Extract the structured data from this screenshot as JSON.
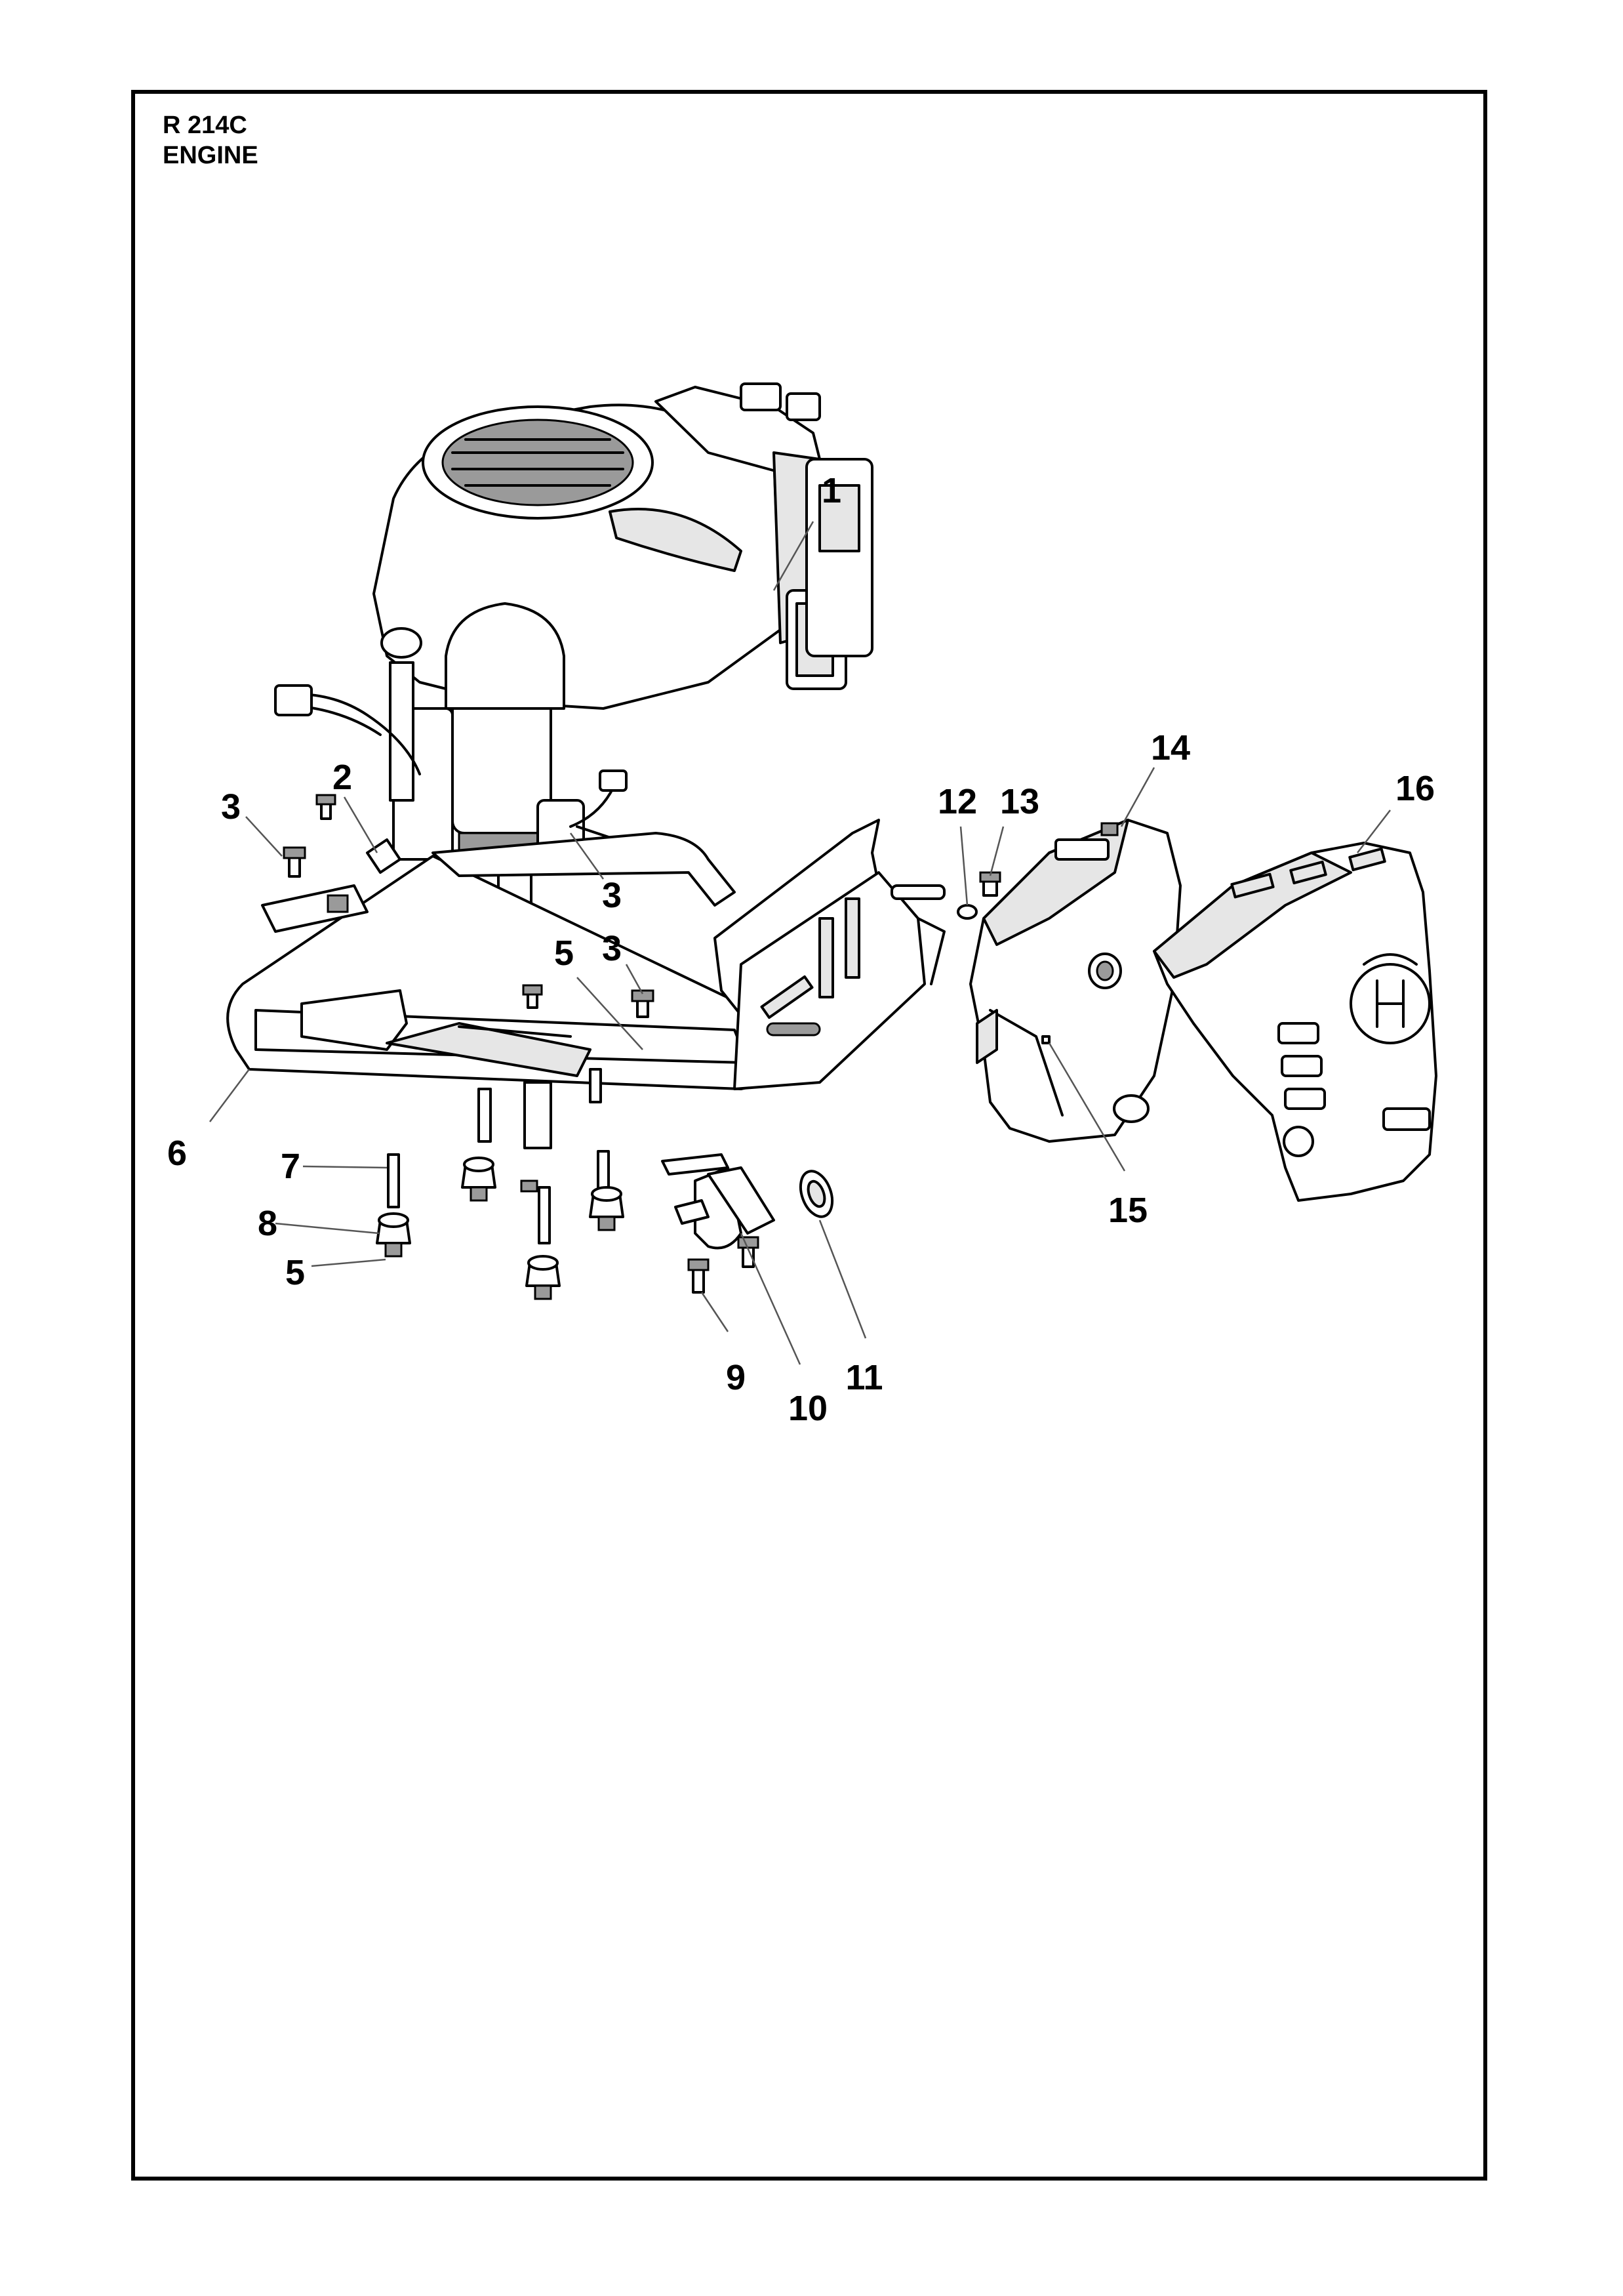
{
  "header": {
    "model": "R 214C",
    "section": "ENGINE"
  },
  "callouts": [
    {
      "id": "c1",
      "label": "1"
    },
    {
      "id": "c2",
      "label": "2"
    },
    {
      "id": "c3a",
      "label": "3"
    },
    {
      "id": "c3b",
      "label": "3"
    },
    {
      "id": "c3c",
      "label": "3"
    },
    {
      "id": "c5a",
      "label": "5"
    },
    {
      "id": "c6",
      "label": "6"
    },
    {
      "id": "c7",
      "label": "7"
    },
    {
      "id": "c8",
      "label": "8"
    },
    {
      "id": "c5b",
      "label": "5"
    },
    {
      "id": "c9",
      "label": "9"
    },
    {
      "id": "c10",
      "label": "10"
    },
    {
      "id": "c11",
      "label": "11"
    },
    {
      "id": "c12",
      "label": "12"
    },
    {
      "id": "c13",
      "label": "13"
    },
    {
      "id": "c14",
      "label": "14"
    },
    {
      "id": "c15",
      "label": "15"
    },
    {
      "id": "c16",
      "label": "16"
    }
  ]
}
